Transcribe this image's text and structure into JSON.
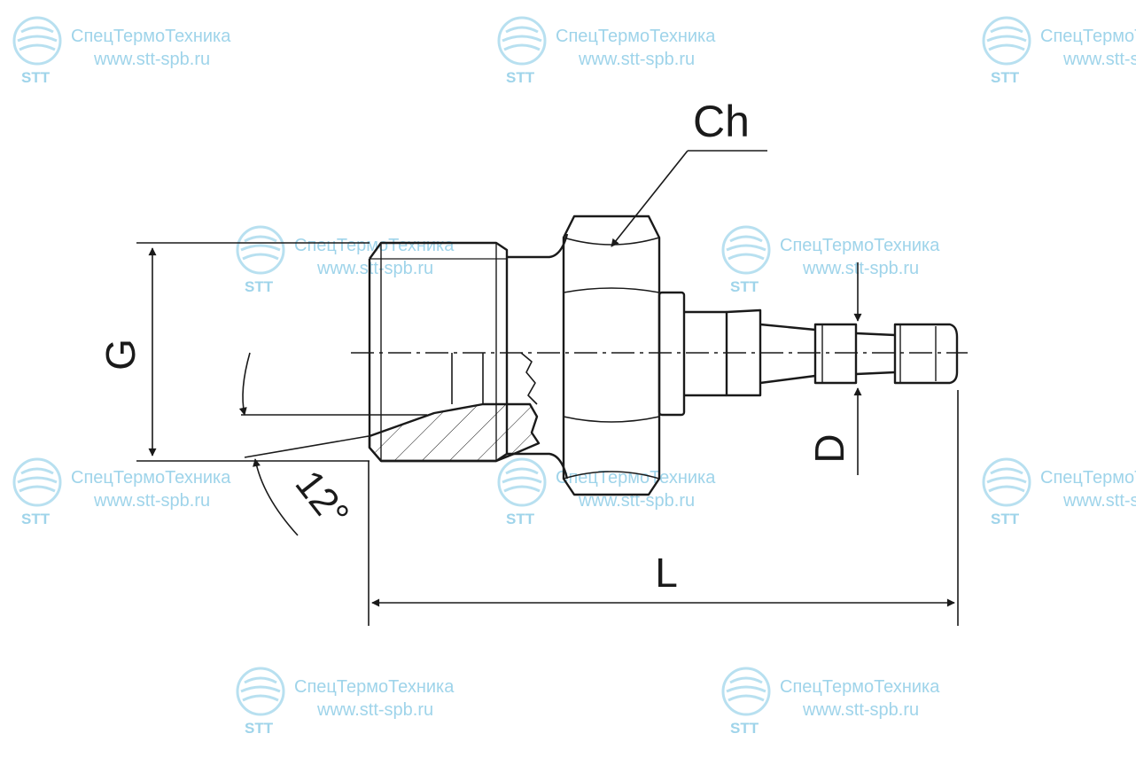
{
  "labels": {
    "ch": "Ch",
    "g": "G",
    "d": "D",
    "l": "L",
    "angle": "12°"
  },
  "watermark": {
    "brand": "СпецТермоТехника",
    "site": "www.stt-spb.ru",
    "abbr": "STT",
    "color": "#9fd4ea"
  },
  "colors": {
    "line": "#1a1a1a",
    "background": "#ffffff"
  }
}
